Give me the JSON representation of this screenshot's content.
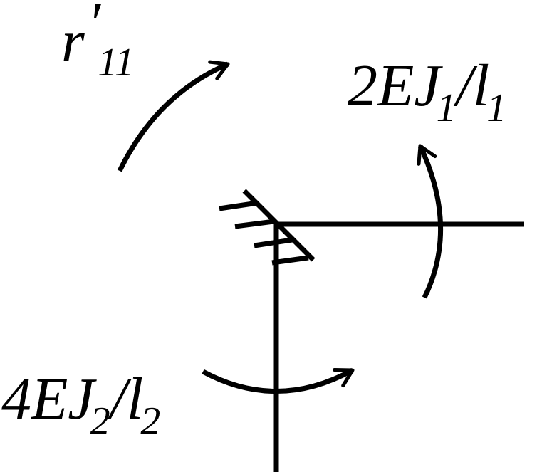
{
  "diagram": {
    "colors": {
      "ink": "#000000",
      "background": "#ffffff"
    },
    "labels": {
      "reaction": {
        "base": "r",
        "prime": "′",
        "subscript": "11"
      },
      "moment_beam": {
        "prefix": "2EJ",
        "sub_a": "1",
        "slash": "/l",
        "sub_b": "1"
      },
      "moment_column": {
        "prefix": "4EJ",
        "sub_a": "2",
        "slash": "/l",
        "sub_b": "2"
      }
    }
  }
}
